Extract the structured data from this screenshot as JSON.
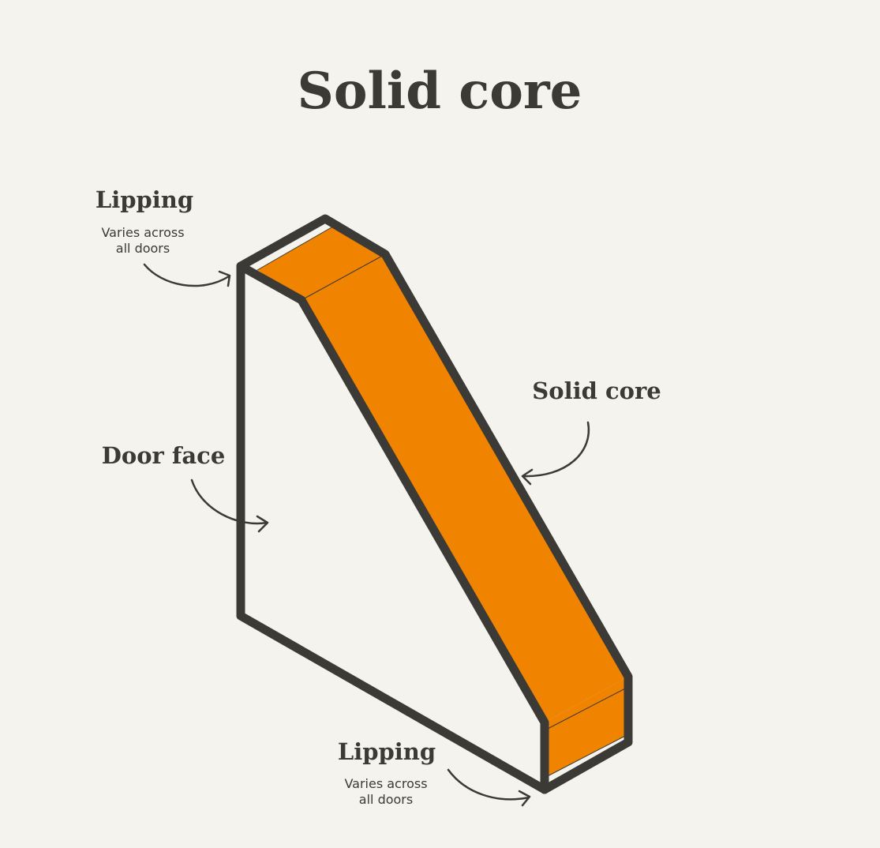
{
  "title": "Solid core",
  "labels": {
    "lipping_top": {
      "title": "Lipping",
      "line1": "Varies across",
      "line2": "all doors"
    },
    "door_face": {
      "title": "Door face"
    },
    "solid_core": {
      "title": "Solid core"
    },
    "lipping_bottom": {
      "title": "Lipping",
      "line1": "Varies across",
      "line2": "all doors"
    }
  },
  "colors": {
    "core": "#f08300",
    "outline": "#3b3a36",
    "face": "#f4f3ed",
    "background": "#f4f3ed"
  }
}
